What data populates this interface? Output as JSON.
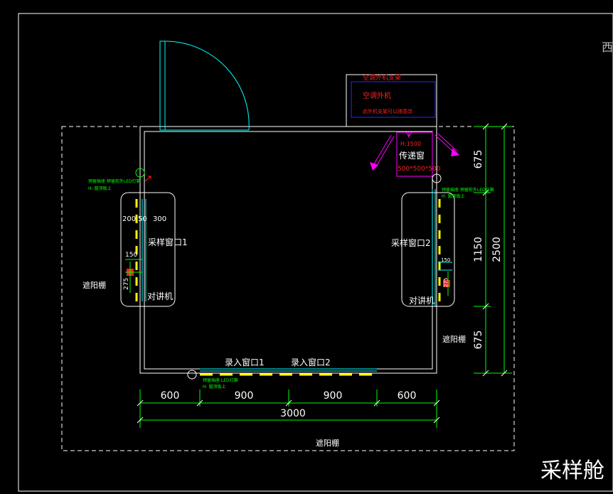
{
  "title": "采样舱",
  "edge_char": "西",
  "colors": {
    "background": "#000000",
    "wall": "#ffffff",
    "dimension": "#00ff00",
    "door": "#00ffff",
    "red": "#ff2020",
    "blue": "#2a2aff",
    "magenta": "#ff00ff",
    "yellow": "#ffff00",
    "label": "#ffffff"
  },
  "outdoor_unit": {
    "bracket_label": "空调外机支架",
    "unit_label": "空调外机",
    "note": "此外机支架可以随意改"
  },
  "pass_window": {
    "height_label": "H:1500",
    "name": "传递窗",
    "size": "500*500*500"
  },
  "windows": {
    "sample_1": "采样窗口1",
    "sample_2": "采样窗口2",
    "entry_1": "录入窗口1",
    "entry_2": "录入窗口2",
    "intercom_left": "对讲机",
    "intercom_right": "对讲机"
  },
  "awning_labels": {
    "left": "遮阳棚",
    "right": "遮阳棚",
    "bottom": "遮阳棚"
  },
  "led_notes": {
    "left_line1": "预留插座 预留前外LED灯箱",
    "left_line2": "H: 窗顶板上",
    "right_line1": "预留插座 预留前外LED灯箱",
    "right_line2": "H: 窗顶板上",
    "bottom_line1": "预留插座 LED灯箱",
    "bottom_line2": "H: 窗顶板上"
  },
  "small_dims": {
    "left_top": [
      "200",
      "50",
      "300"
    ],
    "left_mid": "150",
    "left_v": "275",
    "right_mid": "150",
    "right_v": "275"
  },
  "dimensions": {
    "bottom_segments": [
      "600",
      "900",
      "900",
      "600"
    ],
    "bottom_total": "3000",
    "right_segments": [
      "675",
      "1150",
      "675"
    ],
    "right_total": "2500"
  }
}
